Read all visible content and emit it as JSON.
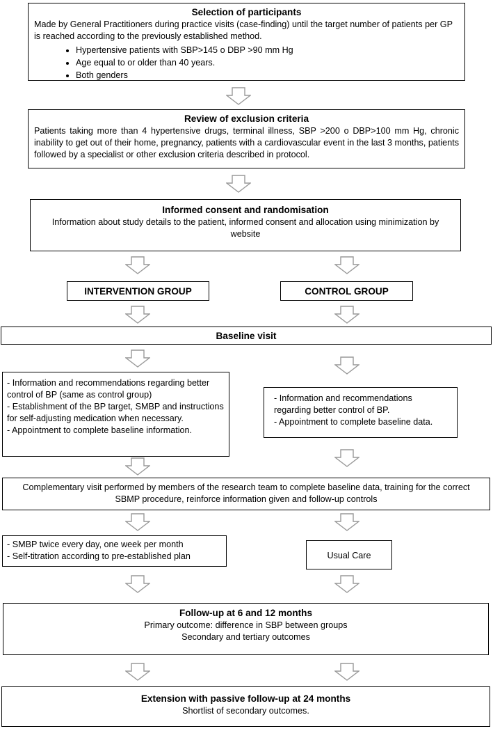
{
  "selection": {
    "title": "Selection of participants",
    "text": "Made by General Practitioners during practice visits (case-finding) until the target number of patients per GP is reached according to the previously established method.",
    "bullets": [
      "Hypertensive patients with SBP>145 o DBP >90 mm Hg",
      "Age equal to or older than 40 years.",
      "Both genders"
    ]
  },
  "exclusion": {
    "title": "Review of exclusion criteria",
    "text": "Patients taking more than 4 hypertensive drugs, terminal illness, SBP >200 o DBP>100 mm Hg, chronic inability to get out of their home, pregnancy, patients with a cardiovascular event in the last 3 months, patients followed by a specialist or other exclusion criteria described in protocol."
  },
  "consent": {
    "title": "Informed consent and randomisation",
    "text": "Information about study details to the patient, informed consent and allocation using minimization by website"
  },
  "groups": {
    "intervention": "INTERVENTION GROUP",
    "control": "CONTROL GROUP"
  },
  "baseline": {
    "title": "Baseline visit"
  },
  "intervention_baseline": {
    "lines": [
      "- Information and recommendations regarding better control of BP (same as control group)",
      "- Establishment of the BP target, SMBP and instructions for self-adjusting medication when necessary.",
      "- Appointment to complete baseline information."
    ]
  },
  "control_baseline": {
    "lines": [
      "- Information and recommendations regarding better control of BP.",
      "- Appointment to complete baseline data."
    ]
  },
  "complementary": {
    "text": "Complementary visit performed by members of the research team to complete baseline data, training for the correct SBMP procedure, reinforce information given and follow-up controls"
  },
  "intervention_followup": {
    "lines": [
      "- SMBP twice every day, one week per month",
      "- Self-titration according to pre-established plan"
    ]
  },
  "control_followup": {
    "text": "Usual Care"
  },
  "followup": {
    "title": "Follow-up at 6 and 12 months",
    "lines": [
      "Primary outcome: difference in SBP between groups",
      "Secondary and tertiary outcomes"
    ]
  },
  "extension": {
    "title": "Extension with passive follow-up at 24 months",
    "text": "Shortlist of secondary outcomes."
  },
  "colors": {
    "border": "#000000",
    "arrow_stroke": "#999999",
    "background": "#ffffff"
  }
}
